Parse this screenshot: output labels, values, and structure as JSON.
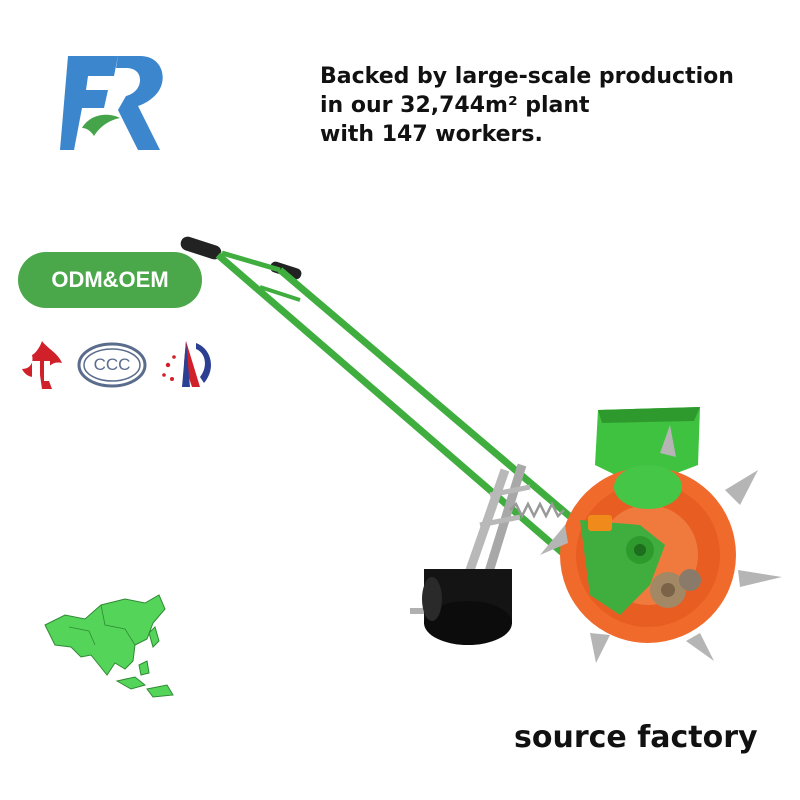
{
  "logo": {
    "icon": "fr-brand-logo",
    "colors": {
      "blue": "#3b86cc",
      "green": "#45a34a"
    }
  },
  "headline": {
    "lines": [
      "Backed by large-scale production",
      "in our 32,744m² plant",
      "with 147 workers."
    ]
  },
  "badge": {
    "label": "ODM&OEM",
    "color": "#4aa84a"
  },
  "certifications": [
    {
      "icon": "cqc-icon"
    },
    {
      "icon": "ccc-icon",
      "label": "CCC"
    },
    {
      "icon": "cnas-icon"
    }
  ],
  "product": {
    "icon": "hand-push-seeder",
    "frame_color": "#3fae3f",
    "drum_color": "#f06a2c"
  },
  "map": {
    "icon": "asia-map-icon",
    "color": "#55d45a"
  },
  "tagline": "source factory"
}
